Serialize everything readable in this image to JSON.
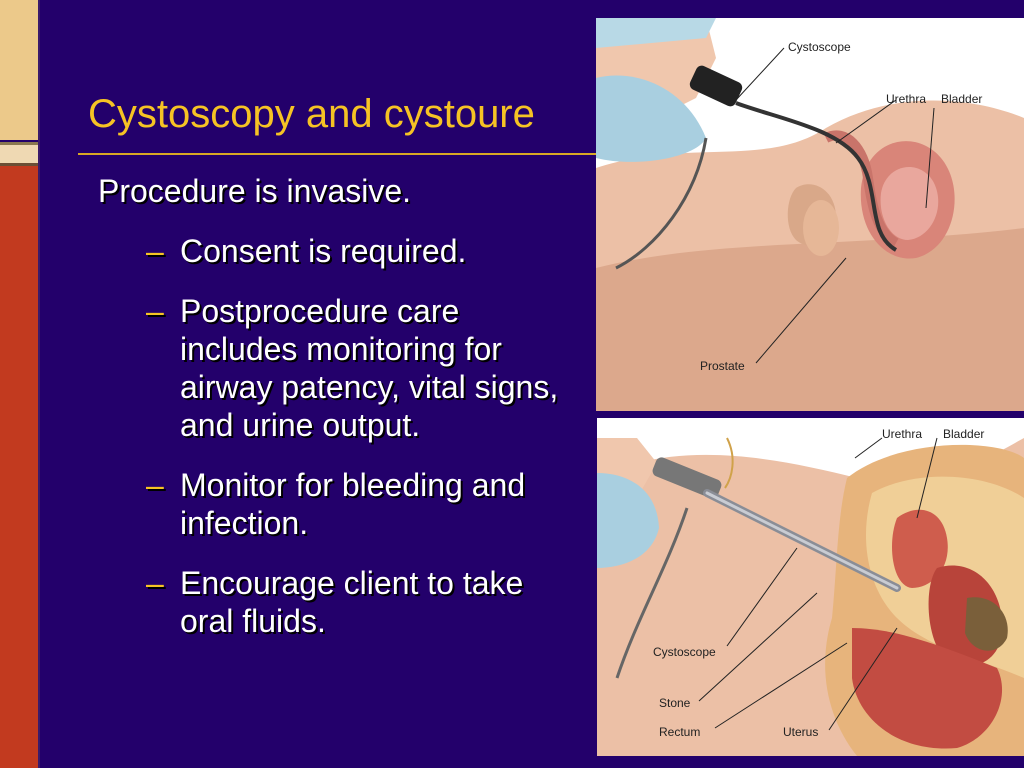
{
  "slide": {
    "title": "Cystoscopy and cystoure",
    "main_bullet": "Procedure is invasive.",
    "sub_bullets": [
      "Consent is required.",
      "Postprocedure care includes monitoring for airway patency, vital signs, and urine output.",
      "Monitor for bleeding and infection.",
      "Encourage client to take oral fluids."
    ],
    "dash": "–"
  },
  "figure_top": {
    "labels": {
      "cystoscope": "Cystoscope",
      "urethra": "Urethra",
      "bladder": "Bladder",
      "prostate": "Prostate"
    }
  },
  "figure_bottom": {
    "labels": {
      "urethra": "Urethra",
      "bladder": "Bladder",
      "cystoscope": "Cystoscope",
      "stone": "Stone",
      "rectum": "Rectum",
      "uterus": "Uterus"
    }
  },
  "colors": {
    "background": "#23006b",
    "title": "#f6c324",
    "text": "#ffffff",
    "accent_red": "#c23a1f",
    "accent_tan": "#ecc98a"
  }
}
